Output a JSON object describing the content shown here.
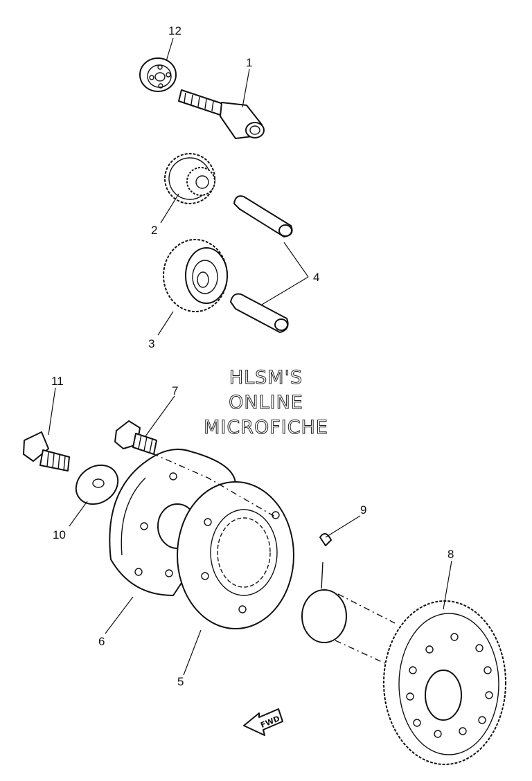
{
  "callouts": {
    "c1": "1",
    "c2": "2",
    "c3": "3",
    "c4": "4",
    "c5": "5",
    "c6": "6",
    "c7": "7",
    "c8": "8",
    "c9": "9",
    "c10": "10",
    "c11": "11",
    "c12": "12"
  },
  "watermark": {
    "line1": "HLSM'S",
    "line2": "ONLINE",
    "line3": "MICROFICHE"
  },
  "fwd_label": "FWD"
}
